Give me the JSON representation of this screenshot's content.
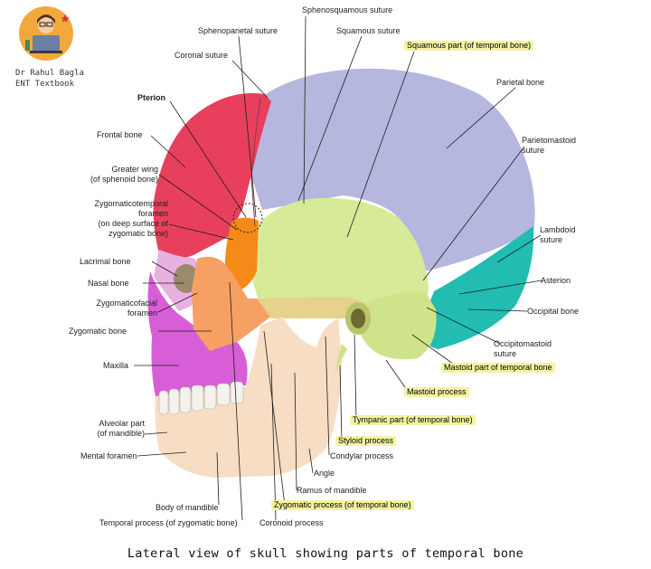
{
  "credit": {
    "line1": "Dr Rahul Bagla",
    "line2": "ENT Textbook"
  },
  "caption": "Lateral view of skull showing parts of temporal bone",
  "colors": {
    "frontal": "#e8405c",
    "parietal": "#b8b9e0",
    "occipital": "#1fbcb0",
    "temporal_squamous": "#d8ea98",
    "sphenoid": "#f38a1c",
    "zygomatic": "#f6a064",
    "maxilla": "#d85ed8",
    "mandible": "#f7ddc4",
    "highlight": "#f3f3a2"
  },
  "labels_left": {
    "pterion": "Pterion",
    "frontal_bone": "Frontal bone",
    "greater_wing_1": "Greater wing",
    "greater_wing_2": "(of sphenoid bone)",
    "zyg_temporal_1": "Zygomaticotemporal",
    "zyg_temporal_2": "foramen",
    "zyg_temporal_3": "(on deep surface of",
    "zyg_temporal_4": "zygomatic bone)",
    "lacrimal": "Lacrimal bone",
    "nasal": "Nasal bone",
    "zyg_facial_1": "Zygomaticofacial",
    "zyg_facial_2": "foramen",
    "zygomatic_bone": "Zygomatic bone",
    "maxilla": "Maxilla",
    "alveolar_1": "Alveolar part",
    "alveolar_2": "(of mandible)",
    "mental_foramen": "Mental foramen"
  },
  "labels_top": {
    "sphenosquamous": "Sphenosquamous suture",
    "sphenoparietal": "Sphenoparietal suture",
    "squamous_suture": "Squamous suture",
    "coronal": "Coronal suture",
    "squamous_part": "Squamous part (of temporal bone)"
  },
  "labels_right": {
    "parietal_bone": "Parietal bone",
    "parietomastoid_1": "Parietomastoid",
    "parietomastoid_2": "suture",
    "lambdoid_1": "Lambdoid",
    "lambdoid_2": "suture",
    "asterion": "Asterion",
    "occipital_bone": "Occipital bone",
    "occipitomastoid_1": "Occipitomastoid",
    "occipitomastoid_2": "suture",
    "mastoid_part": "Mastoid part of temporal bone",
    "mastoid_process": "Mastoid process",
    "tympanic_part": "Tympanic part (of temporal bone)",
    "styloid_process": "Styloid process",
    "condylar_process": "Condylar process"
  },
  "labels_bottom": {
    "angle": "Angle",
    "ramus": "Ramus of mandible",
    "zygomatic_process": "Zygomatic process (of temporal bone)",
    "body_of_mandible": "Body of mandible",
    "temporal_process": "Temporal process (of zygomatic bone)",
    "coronoid_process": "Coronoid process"
  }
}
